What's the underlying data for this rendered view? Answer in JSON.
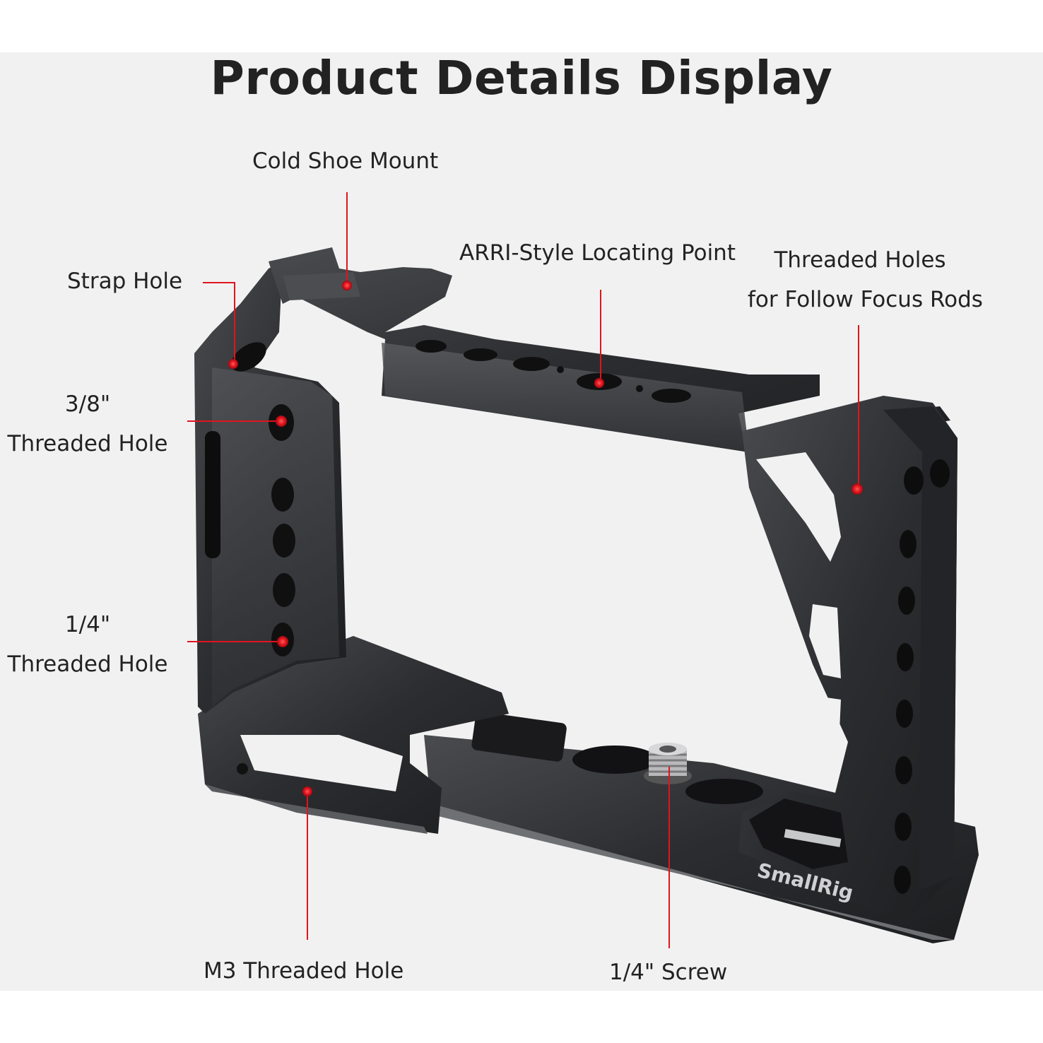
{
  "title": "Product Details Display",
  "labels": {
    "cold_shoe": "Cold Shoe Mount",
    "strap_hole": "Strap Hole",
    "arri": "ARRI-Style Locating Point",
    "threaded_holes_line1": "Threaded Holes",
    "threaded_holes_line2": "for Follow Focus Rods",
    "three_eighths_line1": "3/8\"",
    "three_eighths_line2": "Threaded Hole",
    "quarter_line1": "1/4\"",
    "quarter_line2": "Threaded Hole",
    "m3": "M3 Threaded Hole",
    "screw": "1/4\" Screw"
  },
  "logo_text": "SmallRig",
  "colors": {
    "background": "#f1f1f1",
    "cage": "#2e2f31",
    "accent": "#e0141e",
    "text": "#222222"
  }
}
